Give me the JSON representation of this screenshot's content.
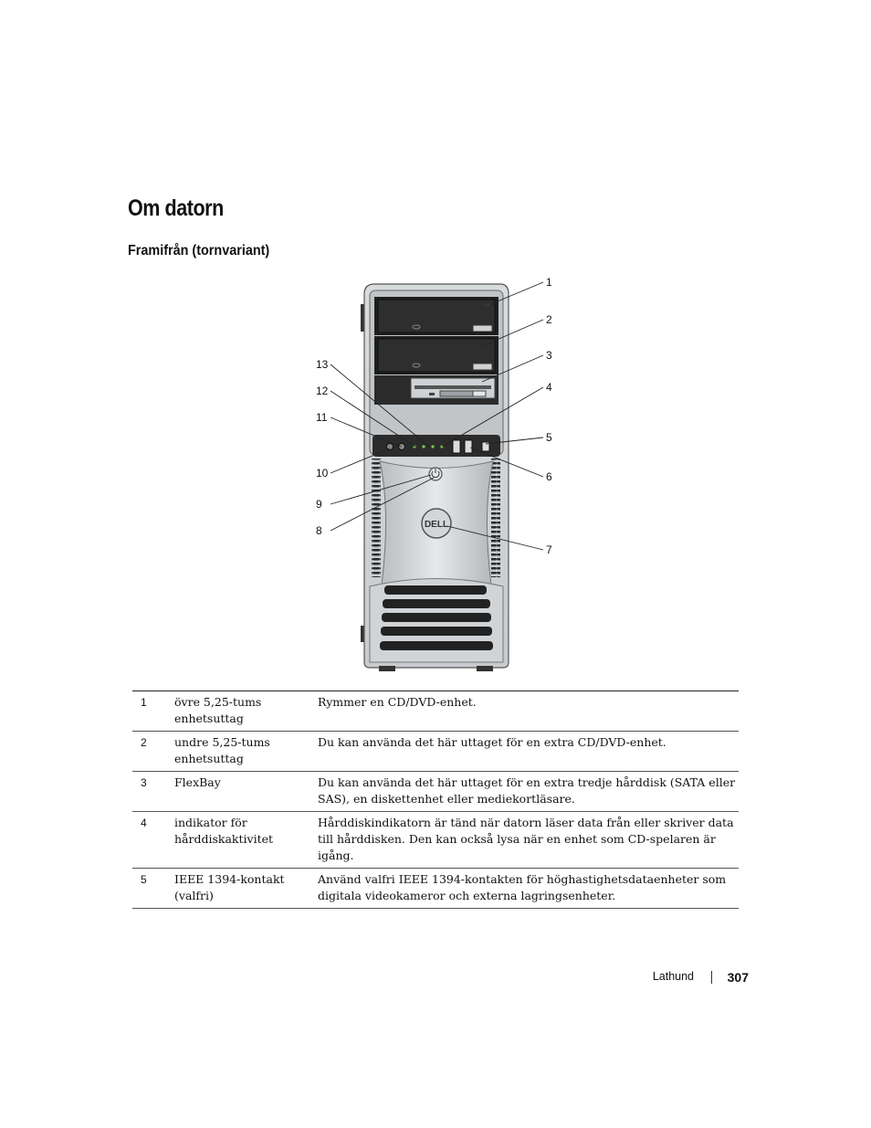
{
  "page": {
    "title": "Om datorn",
    "subtitle": "Framifrån (tornvariant)"
  },
  "figure": {
    "callouts": [
      "1",
      "2",
      "3",
      "4",
      "5",
      "6",
      "7",
      "8",
      "9",
      "10",
      "11",
      "12",
      "13"
    ],
    "logo_text": "DELL"
  },
  "table": {
    "rows": [
      {
        "num": "1",
        "item": "övre 5,25-tums enhetsuttag",
        "desc": "Rymmer en CD/DVD-enhet."
      },
      {
        "num": "2",
        "item": "undre 5,25-tums enhetsuttag",
        "desc": "Du kan använda det här uttaget för en extra CD/DVD-enhet."
      },
      {
        "num": "3",
        "item": "FlexBay",
        "desc": "Du kan använda det här uttaget för en extra tredje hårddisk (SATA eller SAS), en diskettenhet eller mediekortläsare."
      },
      {
        "num": "4",
        "item": "indikator för hårddiskaktivitet",
        "desc": "Hårddiskindikatorn är tänd när datorn läser data från eller skriver data till hårddisken. Den kan också lysa när en enhet som CD-spelaren är igång."
      },
      {
        "num": "5",
        "item": "IEEE 1394-kontakt (valfri)",
        "desc": "Använd valfri IEEE 1394-kontakten för höghastighetsdataenheter som digitala videokameror och externa lagringsenheter."
      }
    ]
  },
  "footer": {
    "label": "Lathund",
    "page_number": "307"
  }
}
